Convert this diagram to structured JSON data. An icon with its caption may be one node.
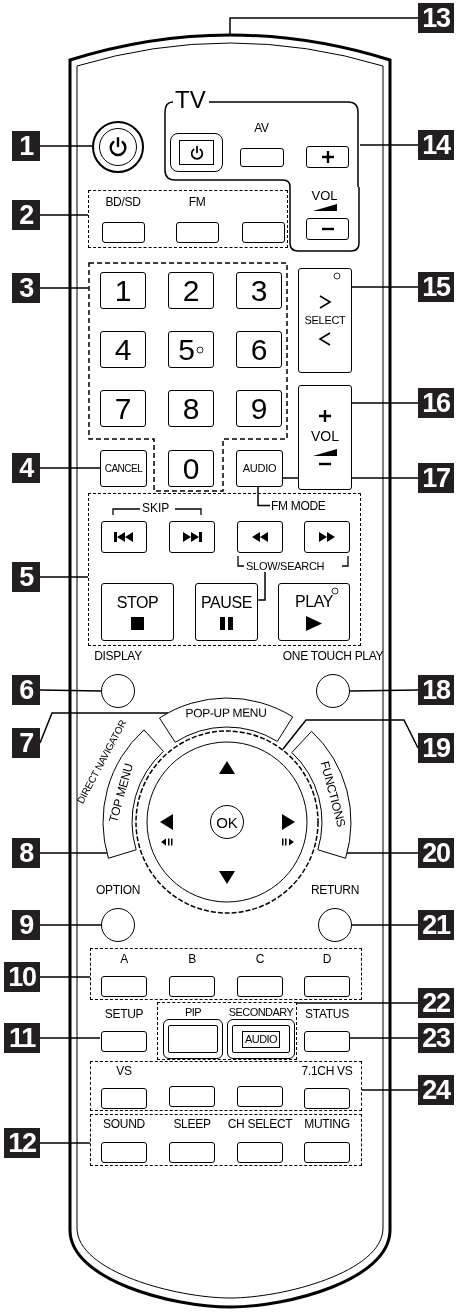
{
  "diagram": {
    "nodes": [
      {
        "text": [],
        "shape": "box"
      },
      {
        "text": [],
        "shape": "circle",
        "in": 0
      },
      {
        "text": [
          "TV"
        ],
        "in": 0
      },
      {
        "text": [],
        "shape": "box",
        "in": 2
      },
      {
        "text": [
          "AV"
        ],
        "in": 2
      },
      {
        "text": [],
        "shape": "box",
        "in": 2
      },
      {
        "text": [
          "VOL"
        ],
        "in": 0
      },
      {
        "text": [],
        "shape": "box",
        "in": 0
      },
      {
        "text": [
          "BD/SD"
        ],
        "in": 7
      },
      {
        "text": [
          "FM"
        ],
        "in": 7
      },
      {
        "text": [],
        "shape": "box",
        "in": 7
      },
      {
        "text": [],
        "shape": "box",
        "in": 0
      },
      {
        "text": [
          "1"
        ],
        "in": 11
      },
      {
        "text": [
          "2"
        ],
        "in": 11
      },
      {
        "text": [
          "3"
        ],
        "in": 11
      },
      {
        "text": [
          "4"
        ],
        "in": 11
      },
      {
        "text": [
          "5"
        ],
        "in": 11
      },
      {
        "text": [
          "6"
        ],
        "in": 11
      },
      {
        "text": [
          "7"
        ],
        "in": 11
      },
      {
        "text": [
          "8"
        ],
        "in": 11
      },
      {
        "text": [
          "9"
        ],
        "in": 11
      },
      {
        "text": [
          "0"
        ],
        "in": 11
      },
      {
        "text": [
          "CANCEL"
        ],
        "in": 0
      },
      {
        "text": [
          "AUDIO"
        ],
        "in": 0
      },
      {
        "text": [
          "SELECT"
        ],
        "in": 0
      },
      {
        "text": [
          "VOL"
        ],
        "in": 0
      },
      {
        "text": [],
        "shape": "box",
        "in": 0
      },
      {
        "text": [],
        "shape": "box",
        "in": 26
      },
      {
        "text": [],
        "shape": "box",
        "in": 26
      },
      {
        "text": [],
        "shape": "box",
        "in": 26
      },
      {
        "text": [],
        "shape": "box",
        "in": 26
      },
      {
        "text": [
          "STOP"
        ],
        "in": 26
      },
      {
        "text": [
          "PAUSE"
        ],
        "in": 26
      },
      {
        "text": [
          "PLAY"
        ],
        "in": 26
      },
      {
        "text": [
          "DISPLAY"
        ],
        "in": 0
      },
      {
        "text": [
          "ONE TOUCH PLAY"
        ],
        "in": 0
      },
      {
        "text": [
          "POP-UP MENU"
        ],
        "in": 0
      },
      {
        "text": [
          "TOP MENU"
        ],
        "in": 0
      },
      {
        "text": [],
        "shape": "circle",
        "in": 0
      },
      {
        "text": [
          "OK"
        ],
        "in": 38
      },
      {
        "text": [
          "FUNCTIONS"
        ],
        "in": 0
      },
      {
        "text": [
          "OPTION"
        ],
        "in": 0
      },
      {
        "text": [
          "RETURN"
        ],
        "in": 0
      },
      {
        "text": [],
        "shape": "box",
        "in": 0
      },
      {
        "text": [
          "A"
        ],
        "in": 43
      },
      {
        "text": [
          "B"
        ],
        "in": 43
      },
      {
        "text": [
          "C"
        ],
        "in": 43
      },
      {
        "text": [
          "D"
        ],
        "in": 43
      },
      {
        "text": [
          "SETUP"
        ],
        "in": 0
      },
      {
        "text": [],
        "shape": "box",
        "in": 0
      },
      {
        "text": [
          "PIP"
        ],
        "in": 49
      },
      {
        "text": [
          "SECONDARY",
          "AUDIO"
        ],
        "in": 49
      },
      {
        "text": [
          "STATUS"
        ],
        "in": 0
      },
      {
        "text": [],
        "shape": "box",
        "in": 0
      },
      {
        "text": [
          "VS"
        ],
        "in": 53
      },
      {
        "text": [],
        "shape": "box",
        "in": 53
      },
      {
        "text": [],
        "shape": "box",
        "in": 53
      },
      {
        "text": [
          "7.1CH VS"
        ],
        "in": 53
      },
      {
        "text": [],
        "shape": "box",
        "in": 0
      },
      {
        "text": [
          "SOUND"
        ],
        "in": 58
      },
      {
        "text": [
          "SLEEP"
        ],
        "in": 58
      },
      {
        "text": [
          "CH SELECT"
        ],
        "in": 58
      },
      {
        "text": [
          "MUTING"
        ],
        "in": 58
      },
      {
        "text": [
          "1"
        ]
      },
      {
        "text": [
          "2"
        ]
      },
      {
        "text": [
          "3"
        ]
      },
      {
        "text": [
          "4"
        ]
      },
      {
        "text": [
          "5"
        ]
      },
      {
        "text": [
          "6"
        ]
      },
      {
        "text": [
          "7"
        ]
      },
      {
        "text": [
          "8"
        ]
      },
      {
        "text": [
          "9"
        ]
      },
      {
        "text": [
          "10"
        ]
      },
      {
        "text": [
          "11"
        ]
      },
      {
        "text": [
          "12"
        ]
      },
      {
        "text": [
          "13"
        ]
      },
      {
        "text": [
          "14"
        ]
      },
      {
        "text": [
          "15"
        ]
      },
      {
        "text": [
          "16"
        ]
      },
      {
        "text": [
          "17"
        ]
      },
      {
        "text": [
          "18"
        ]
      },
      {
        "text": [
          "19"
        ]
      },
      {
        "text": [
          "20"
        ]
      },
      {
        "text": [
          "21"
        ]
      },
      {
        "text": [
          "22"
        ]
      },
      {
        "text": [
          "23"
        ]
      },
      {
        "text": [
          "24"
        ]
      },
      {
        "text": [
          "FM MODE"
        ],
        "in": 26
      },
      {
        "text": [
          "SLOW/SEARCH"
        ],
        "in": 26
      }
    ],
    "edges": [
      {
        "from": 63,
        "to": 1,
        "arrow": "none"
      },
      {
        "from": 64,
        "to": 7,
        "arrow": "none"
      },
      {
        "from": 65,
        "to": 11,
        "arrow": "none"
      },
      {
        "from": 66,
        "to": 22,
        "arrow": "none"
      },
      {
        "from": 67,
        "to": 26,
        "arrow": "none"
      },
      {
        "from": 68,
        "to": 34,
        "arrow": "none"
      },
      {
        "from": 69,
        "to": 36,
        "arrow": "none"
      },
      {
        "from": 70,
        "to": 37,
        "arrow": "none"
      },
      {
        "from": 71,
        "to": 41,
        "arrow": "none"
      },
      {
        "from": 72,
        "to": 43,
        "arrow": "none"
      },
      {
        "from": 73,
        "to": 48,
        "arrow": "none"
      },
      {
        "from": 74,
        "to": 58,
        "arrow": "none"
      },
      {
        "from": 75,
        "to": 0,
        "arrow": "none"
      },
      {
        "from": 76,
        "to": 2,
        "arrow": "none"
      },
      {
        "from": 77,
        "to": 24,
        "arrow": "none"
      },
      {
        "from": 78,
        "to": 25,
        "arrow": "none"
      },
      {
        "from": 79,
        "to": 23,
        "arrow": "none"
      },
      {
        "from": 80,
        "to": 35,
        "arrow": "none"
      },
      {
        "from": 81,
        "to": 38,
        "arrow": "none"
      },
      {
        "from": 82,
        "to": 40,
        "arrow": "none"
      },
      {
        "from": 83,
        "to": 42,
        "arrow": "none"
      },
      {
        "from": 84,
        "to": 49,
        "arrow": "none"
      },
      {
        "from": 85,
        "to": 52,
        "arrow": "none"
      },
      {
        "from": 86,
        "to": 53,
        "arrow": "none"
      },
      {
        "from": 87,
        "to": 23,
        "arrow": "none"
      },
      {
        "from": 88,
        "to": 32,
        "arrow": "none"
      }
    ],
    "labels": [
      "SKIP",
      "DIRECT NAVIGATOR"
    ]
  }
}
